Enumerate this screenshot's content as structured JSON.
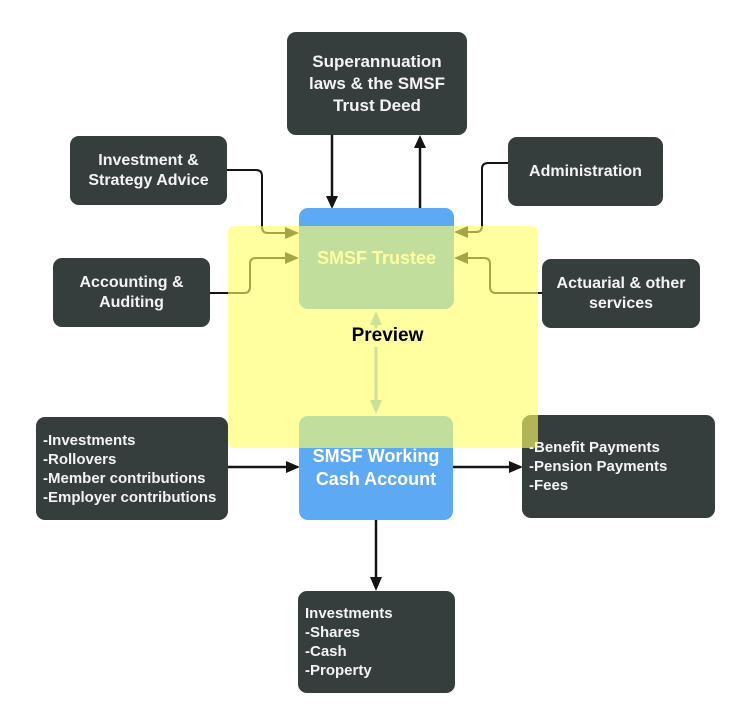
{
  "diagram": {
    "kind": "smsf-structure-flowchart",
    "watermark_label": "Preview",
    "colors": {
      "node_dark": "#363d3d",
      "node_blue": "#5da9f4",
      "node_text": "#ffffff",
      "overlay_yellow": "#ffff66",
      "overlay_opacity": "0.62",
      "connector_black": "#141414",
      "connector_blue": "#74b0e8",
      "background": "#ffffff"
    },
    "nodes": {
      "laws": {
        "lines": [
          "Superannuation",
          "laws & the SMSF",
          "Trust Deed"
        ]
      },
      "investment_advice": {
        "lines": [
          "Investment &",
          "Strategy Advice"
        ]
      },
      "administration": {
        "lines": [
          "Administration"
        ]
      },
      "accounting": {
        "lines": [
          "Accounting &",
          "Auditing"
        ]
      },
      "actuarial": {
        "lines": [
          "Actuarial & other",
          "services"
        ]
      },
      "trustee": {
        "lines": [
          "SMSF Trustee"
        ]
      },
      "inflows": {
        "lines": [
          "-Investments",
          "-Rollovers",
          "-Member contributions",
          "-Employer contributions"
        ]
      },
      "working_cash": {
        "lines": [
          "SMSF Working",
          "Cash Account"
        ]
      },
      "outflows": {
        "lines": [
          "-Benefit Payments",
          "-Pension Payments",
          "-Fees"
        ]
      },
      "investments": {
        "lines": [
          "Investments",
          "-Shares",
          "-Cash",
          "-Property"
        ]
      }
    }
  }
}
